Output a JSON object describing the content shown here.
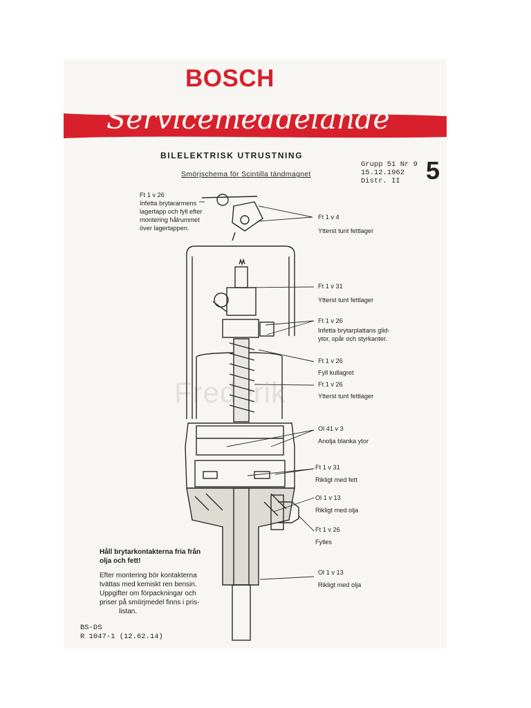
{
  "header": {
    "brand": "BOSCH",
    "banner_title": "Servicemeddelande",
    "section_title": "BILELEKTRISK UTRUSTNING",
    "subtitle": "Smörjschema för Scintilla tändmagnet",
    "group": "Grupp 51 Nr 9",
    "date": "15.12.1962",
    "distribution": "Distr. II",
    "page_number": "5"
  },
  "callouts": [
    {
      "code": "Ft 1 v 26",
      "lines": [
        "Infetta brytararmens",
        "lagertapp och fyll efter",
        "montering hålrummet",
        "över lagertappen."
      ]
    },
    {
      "code": "Ft 1 v 4",
      "lines": [
        "Ytterst tunt fettlager"
      ]
    },
    {
      "code": "Ft 1 v 31",
      "lines": [
        "Ytterst tunt fettlager"
      ]
    },
    {
      "code": "Ft 1 v 26",
      "lines": [
        "Infetta brytarplattans glid-",
        "ytor, spår och styrkanter."
      ]
    },
    {
      "code": "Ft 1 v 26",
      "lines": [
        "Fyll kullagret"
      ]
    },
    {
      "code": "Ft 1 v 26",
      "lines": [
        "Ytterst tunt fettlager"
      ]
    },
    {
      "code": "Ol 41 v 3",
      "lines": [
        "Anolja blanka ytor"
      ]
    },
    {
      "code": "Ft 1 v 31",
      "lines": [
        "Rikligt med fett"
      ]
    },
    {
      "code": "Ol 1 v 13",
      "lines": [
        "Rikligt med olja"
      ]
    },
    {
      "code": "Ft 1 v 26",
      "lines": [
        "Fylles"
      ]
    },
    {
      "code": "Ol 1 v 13",
      "lines": [
        "Rikligt med olja"
      ]
    }
  ],
  "note": {
    "heading": [
      "Håll brytarkontakterna fria från",
      "olja och fett!"
    ],
    "body": [
      "Efter montering bör kontakterna",
      "tvättas med kemiskt ren bensin.",
      "Uppgifter om förpackningar och",
      "priser på smörjmedel finns i pris-",
      "listan."
    ]
  },
  "footer": {
    "line1": "BS-DS",
    "line2": "R 1047-1 (12.62.14)"
  },
  "watermark": "Frederik",
  "colors": {
    "brand_red": "#d8202c",
    "paper": "#f7f6f2",
    "ink": "#222222"
  }
}
